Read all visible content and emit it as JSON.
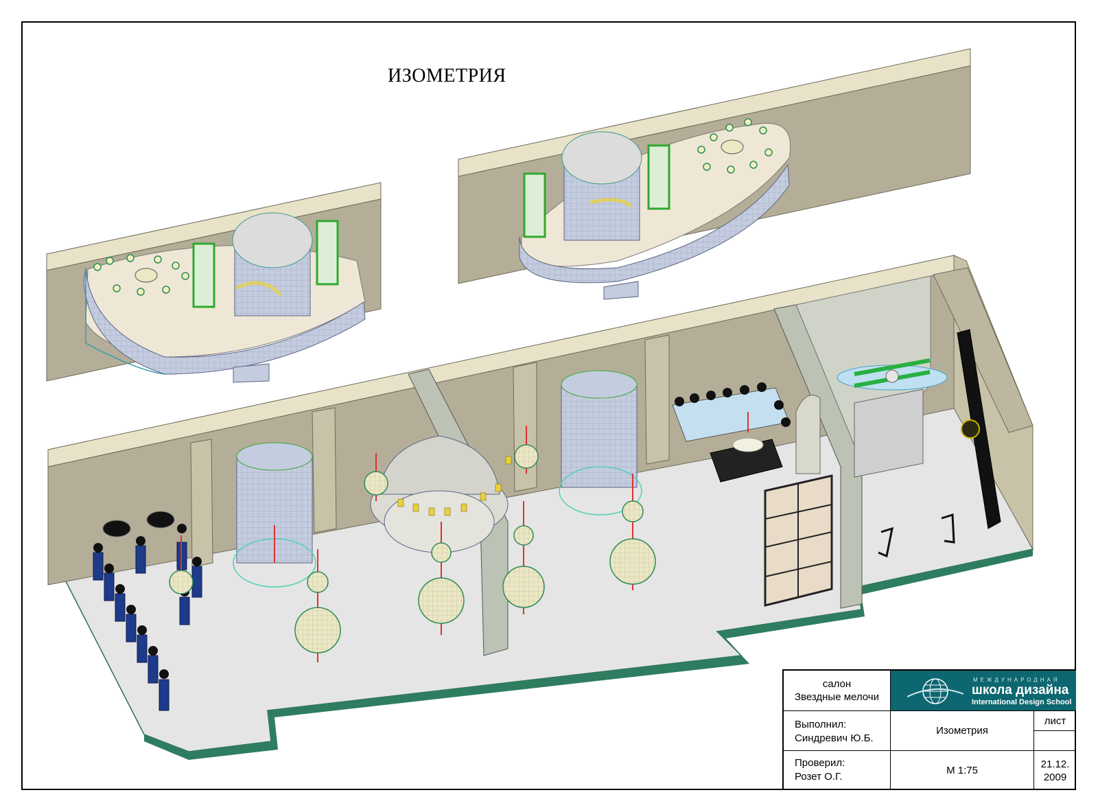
{
  "title": "ИЗОМЕТРИЯ",
  "stamp": {
    "project_line1": "салон",
    "project_line2": "Звездные мелочи",
    "logo_top": "МЕЖДУНАРОДНАЯ",
    "logo_main": "школа дизайна",
    "logo_sub": "International Design School",
    "done_label": "Выполнил:",
    "done_name": "Синдревич Ю.Б.",
    "sheet_title": "Изометрия",
    "sheet_label": "лист",
    "check_label": "Проверил:",
    "check_name": "Розет О.Г.",
    "scale": "М 1:75",
    "date_line1": "21.12.",
    "date_line2": "2009"
  },
  "colors": {
    "wall": "#b4ae98",
    "wall_top": "#e6e0c6",
    "floor": "#e6e6e6",
    "floor_edge": "#2f7d60",
    "stair": "#b8c0dc",
    "accent_green": "#33b533",
    "sphere": "#ece8c4",
    "red_pole": "#e03030",
    "logo_bg": "#0d6770"
  }
}
